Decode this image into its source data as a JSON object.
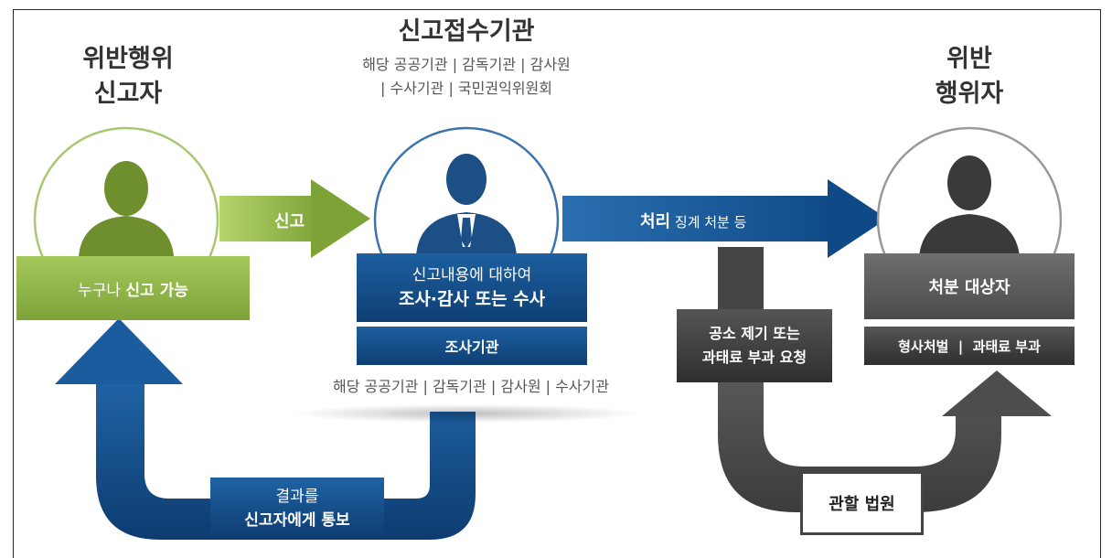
{
  "reporter": {
    "title_line1": "위반행위",
    "title_line2": "신고자",
    "box_text_1": "누구나 ",
    "box_text_2": "신고 가능"
  },
  "agency": {
    "title": "신고접수기관",
    "subtitle_line1": "해당 공공기관 | 감독기관 | 감사원",
    "subtitle_line2": "| 수사기관 | 국민권익위원회",
    "box_line1": "신고내용에 대하여",
    "box_line2": "조사·감사 또는 수사",
    "sub_box": "조사기관",
    "bottom_caption": "해당 공공기관 | 감독기관 | 감사원 | 수사기관"
  },
  "violator": {
    "title_line1": "위반",
    "title_line2": "행위자",
    "box": "처분 대상자",
    "sub_box": "형사처벌  |  과태료 부과"
  },
  "arrows": {
    "report": "신고",
    "process_bold": "처리",
    "process_rest": " 징계 처분 등",
    "prosecute_line1": "공소 제기 또는",
    "prosecute_line2": "과태료 부과 요청",
    "notify_line1": "결과를",
    "notify_line2": "신고자에게 통보",
    "court": "관할 법원"
  },
  "colors": {
    "green": "#8db346",
    "blue": "#1a5a9a",
    "gray": "#555555"
  }
}
